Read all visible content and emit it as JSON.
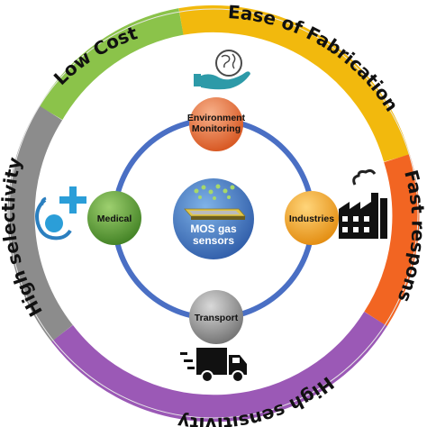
{
  "ring_segments": [
    {
      "id": "low-cost",
      "label": "Low Cost",
      "color": "#8bc34a"
    },
    {
      "id": "ease-of-fabrication",
      "label": "Ease of Fabrication",
      "color": "#f2b90d"
    },
    {
      "id": "fast-response",
      "label": "Fast response",
      "color": "#f26522"
    },
    {
      "id": "high-sensitivity",
      "label": "High sensitivity",
      "color": "#9b59b6"
    },
    {
      "id": "high-selectivity",
      "label": "High selectivity",
      "color": "#8c8c8c"
    }
  ],
  "center": {
    "line1": "MOS gas",
    "line2": "sensors",
    "color": "#3a5fb0"
  },
  "nodes": {
    "environment": {
      "line1": "Environment",
      "line2": "Monitoring",
      "color": "#e56b2f"
    },
    "medical": {
      "label": "Medical",
      "color": "#5b9f32"
    },
    "industries": {
      "label": "Industries",
      "color": "#f5a21a"
    },
    "transport": {
      "label": "Transport",
      "color": "#8a8a8a"
    }
  },
  "icons": [
    "globe-hand-icon",
    "medical-cross-icon",
    "factory-icon",
    "delivery-truck-icon"
  ]
}
